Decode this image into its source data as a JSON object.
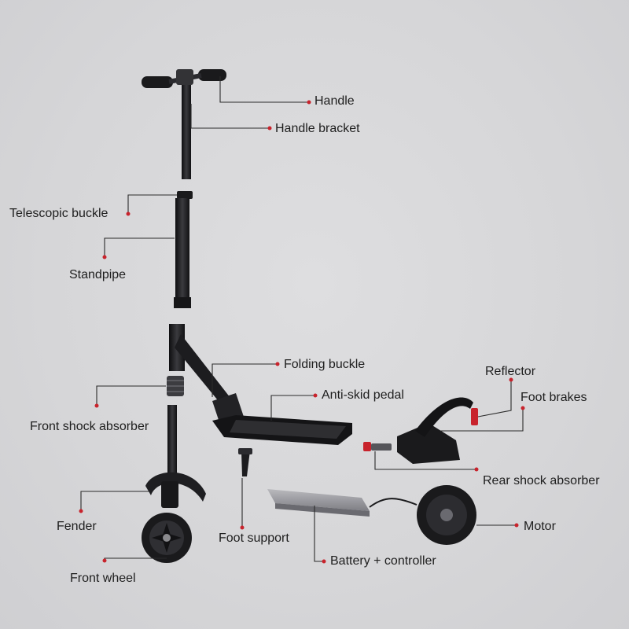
{
  "accent_color": "#c8232c",
  "labels": {
    "handle": "Handle",
    "handle_bracket": "Handle bracket",
    "telescopic_buckle": "Telescopic buckle",
    "standpipe": "Standpipe",
    "folding_buckle": "Folding buckle",
    "anti_skid_pedal": "Anti-skid pedal",
    "front_shock_absorber": "Front shock absorber",
    "reflector": "Reflector",
    "foot_brakes": "Foot brakes",
    "rear_shock_absorber": "Rear shock absorber",
    "fender": "Fender",
    "motor": "Motor",
    "foot_support": "Foot support",
    "battery_controller": "Battery + controller",
    "front_wheel": "Front wheel"
  }
}
